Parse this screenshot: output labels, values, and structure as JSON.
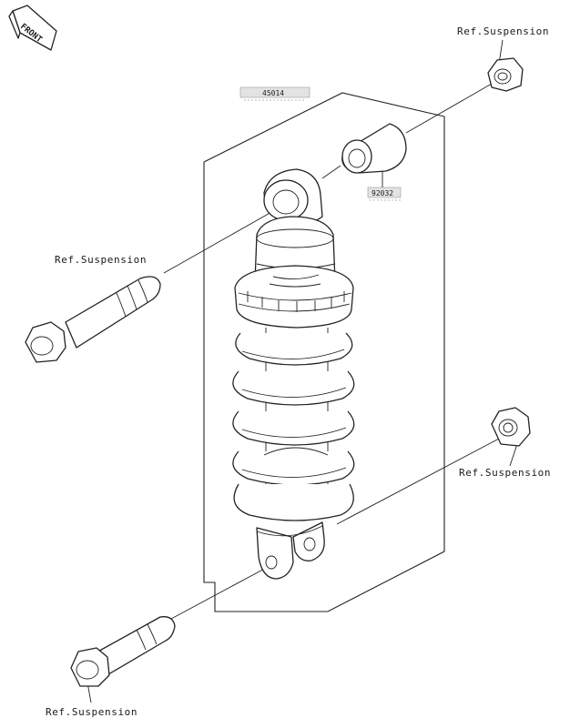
{
  "labels": {
    "front": "FRONT",
    "ref_top_right": "Ref.Suspension",
    "ref_left_upper": "Ref.Suspension",
    "ref_right_lower": "Ref.Suspension",
    "ref_bottom_left": "Ref.Suspension",
    "part_shock": "45014",
    "part_collar": "92032"
  }
}
